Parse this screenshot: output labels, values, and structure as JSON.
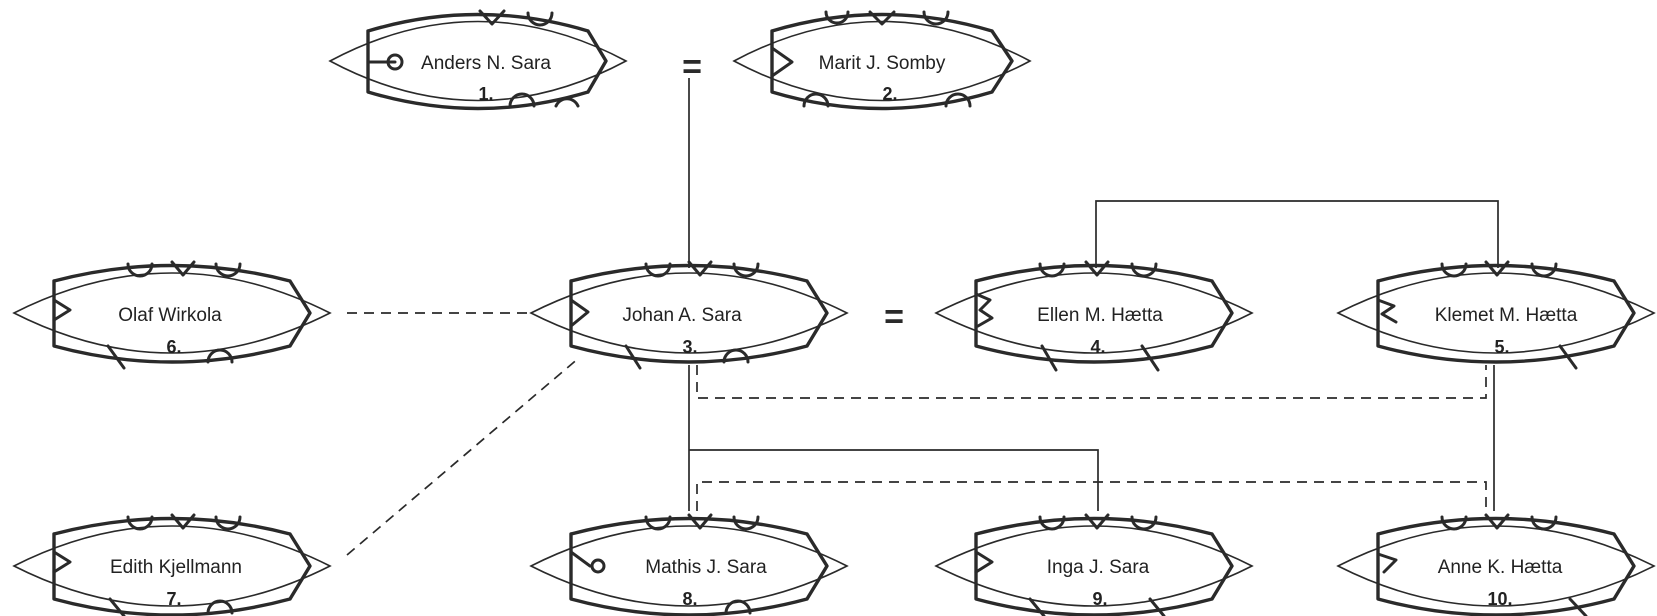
{
  "people": [
    {
      "id": "p1",
      "name": "Anders N. Sara",
      "number": "1."
    },
    {
      "id": "p2",
      "name": "Marit J. Somby",
      "number": "2."
    },
    {
      "id": "p3",
      "name": "Johan A. Sara",
      "number": "3."
    },
    {
      "id": "p4",
      "name": "Ellen M. Hætta",
      "number": "4."
    },
    {
      "id": "p5",
      "name": "Klemet M. Hætta",
      "number": "5."
    },
    {
      "id": "p6",
      "name": "Olaf Wirkola",
      "number": "6."
    },
    {
      "id": "p7",
      "name": "Edith Kjellmann",
      "number": "7."
    },
    {
      "id": "p8",
      "name": "Mathis J. Sara",
      "number": "8."
    },
    {
      "id": "p9",
      "name": "Inga J. Sara",
      "number": "9."
    },
    {
      "id": "p10",
      "name": "Anne K. Hætta",
      "number": "10."
    }
  ],
  "marriage_symbol": "=",
  "relations": [
    {
      "type": "marriage",
      "from": "p1",
      "to": "p2"
    },
    {
      "type": "marriage",
      "from": "p3",
      "to": "p4"
    },
    {
      "type": "descent",
      "from": "p1",
      "to": "p3"
    },
    {
      "type": "sibling",
      "from": "p4",
      "to": "p5"
    },
    {
      "type": "other",
      "from": "p6",
      "to": "p3"
    },
    {
      "type": "other",
      "from": "p7",
      "to": "p3"
    },
    {
      "type": "descent",
      "from": "p3",
      "to": "p8"
    },
    {
      "type": "descent",
      "from": "p3",
      "to": "p9"
    },
    {
      "type": "other",
      "from": "p3",
      "to": "p5"
    },
    {
      "type": "descent",
      "from": "p5",
      "to": "p10"
    },
    {
      "type": "other",
      "from": "p8",
      "to": "p10"
    }
  ]
}
